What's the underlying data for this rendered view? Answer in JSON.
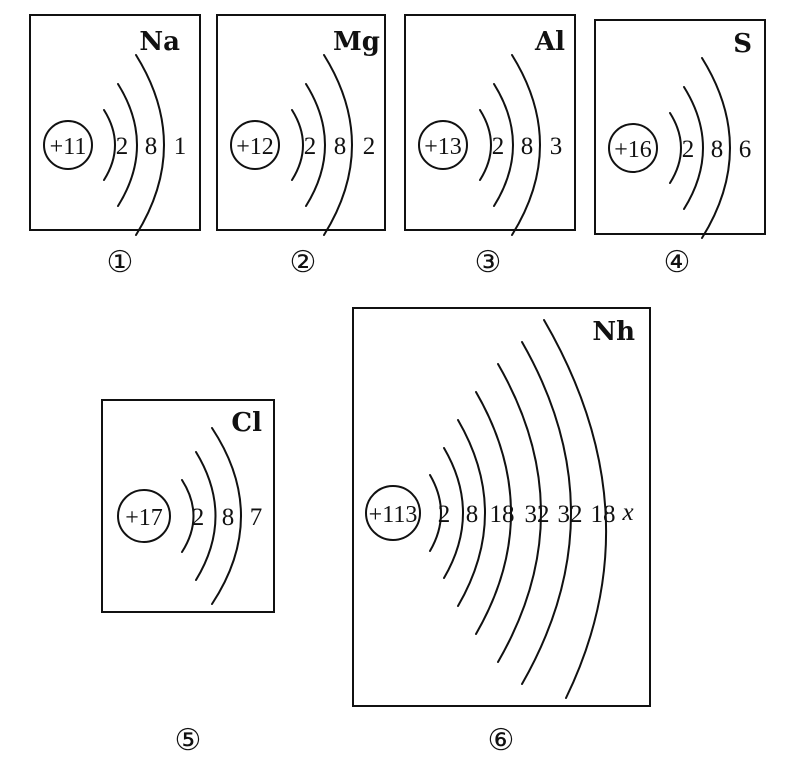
{
  "atoms": [
    {
      "symbol": "Na",
      "nucleus": "+11",
      "electrons": [
        "2",
        "8",
        "1"
      ],
      "label": "①"
    },
    {
      "symbol": "Mg",
      "nucleus": "+12",
      "electrons": [
        "2",
        "8",
        "2"
      ],
      "label": "②"
    },
    {
      "symbol": "Al",
      "nucleus": "+13",
      "electrons": [
        "2",
        "8",
        "3"
      ],
      "label": "③"
    },
    {
      "symbol": "S",
      "nucleus": "+16",
      "electrons": [
        "2",
        "8",
        "6"
      ],
      "label": "④"
    },
    {
      "symbol": "Cl",
      "nucleus": "+17",
      "electrons": [
        "2",
        "8",
        "7"
      ],
      "label": "⑤"
    },
    {
      "symbol": "Nh",
      "nucleus": "+113",
      "electrons": [
        "2",
        "8",
        "18",
        "32",
        "32",
        "18",
        "x"
      ],
      "label": "⑥"
    }
  ]
}
